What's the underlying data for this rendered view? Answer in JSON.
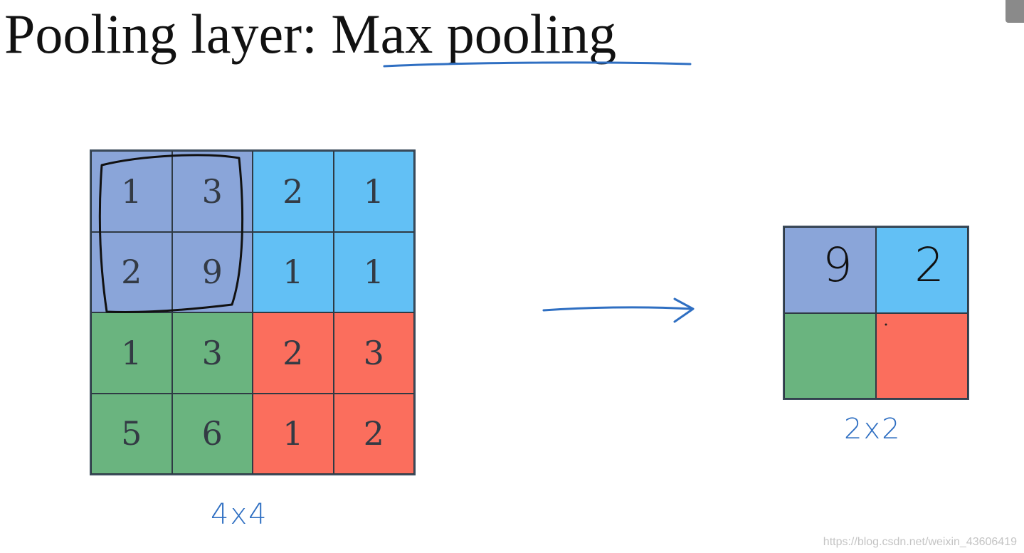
{
  "title": {
    "prefix": "Pooling layer: ",
    "emphasis": "Max pooling"
  },
  "colors": {
    "blue": "#8aa5d9",
    "cyan": "#62c0f5",
    "green": "#6ab47f",
    "red": "#fb6e5d",
    "ink": "#2f6fc2"
  },
  "input_grid": {
    "cells": [
      [
        "1",
        "3",
        "2",
        "1"
      ],
      [
        "2",
        "9",
        "1",
        "1"
      ],
      [
        "1",
        "3",
        "2",
        "3"
      ],
      [
        "5",
        "6",
        "1",
        "2"
      ]
    ],
    "label": "4x4"
  },
  "output_grid": {
    "cells": [
      [
        "9",
        "2"
      ],
      [
        "",
        ""
      ]
    ],
    "label": "2x2"
  },
  "watermark": "https://blog.csdn.net/weixin_43606419"
}
